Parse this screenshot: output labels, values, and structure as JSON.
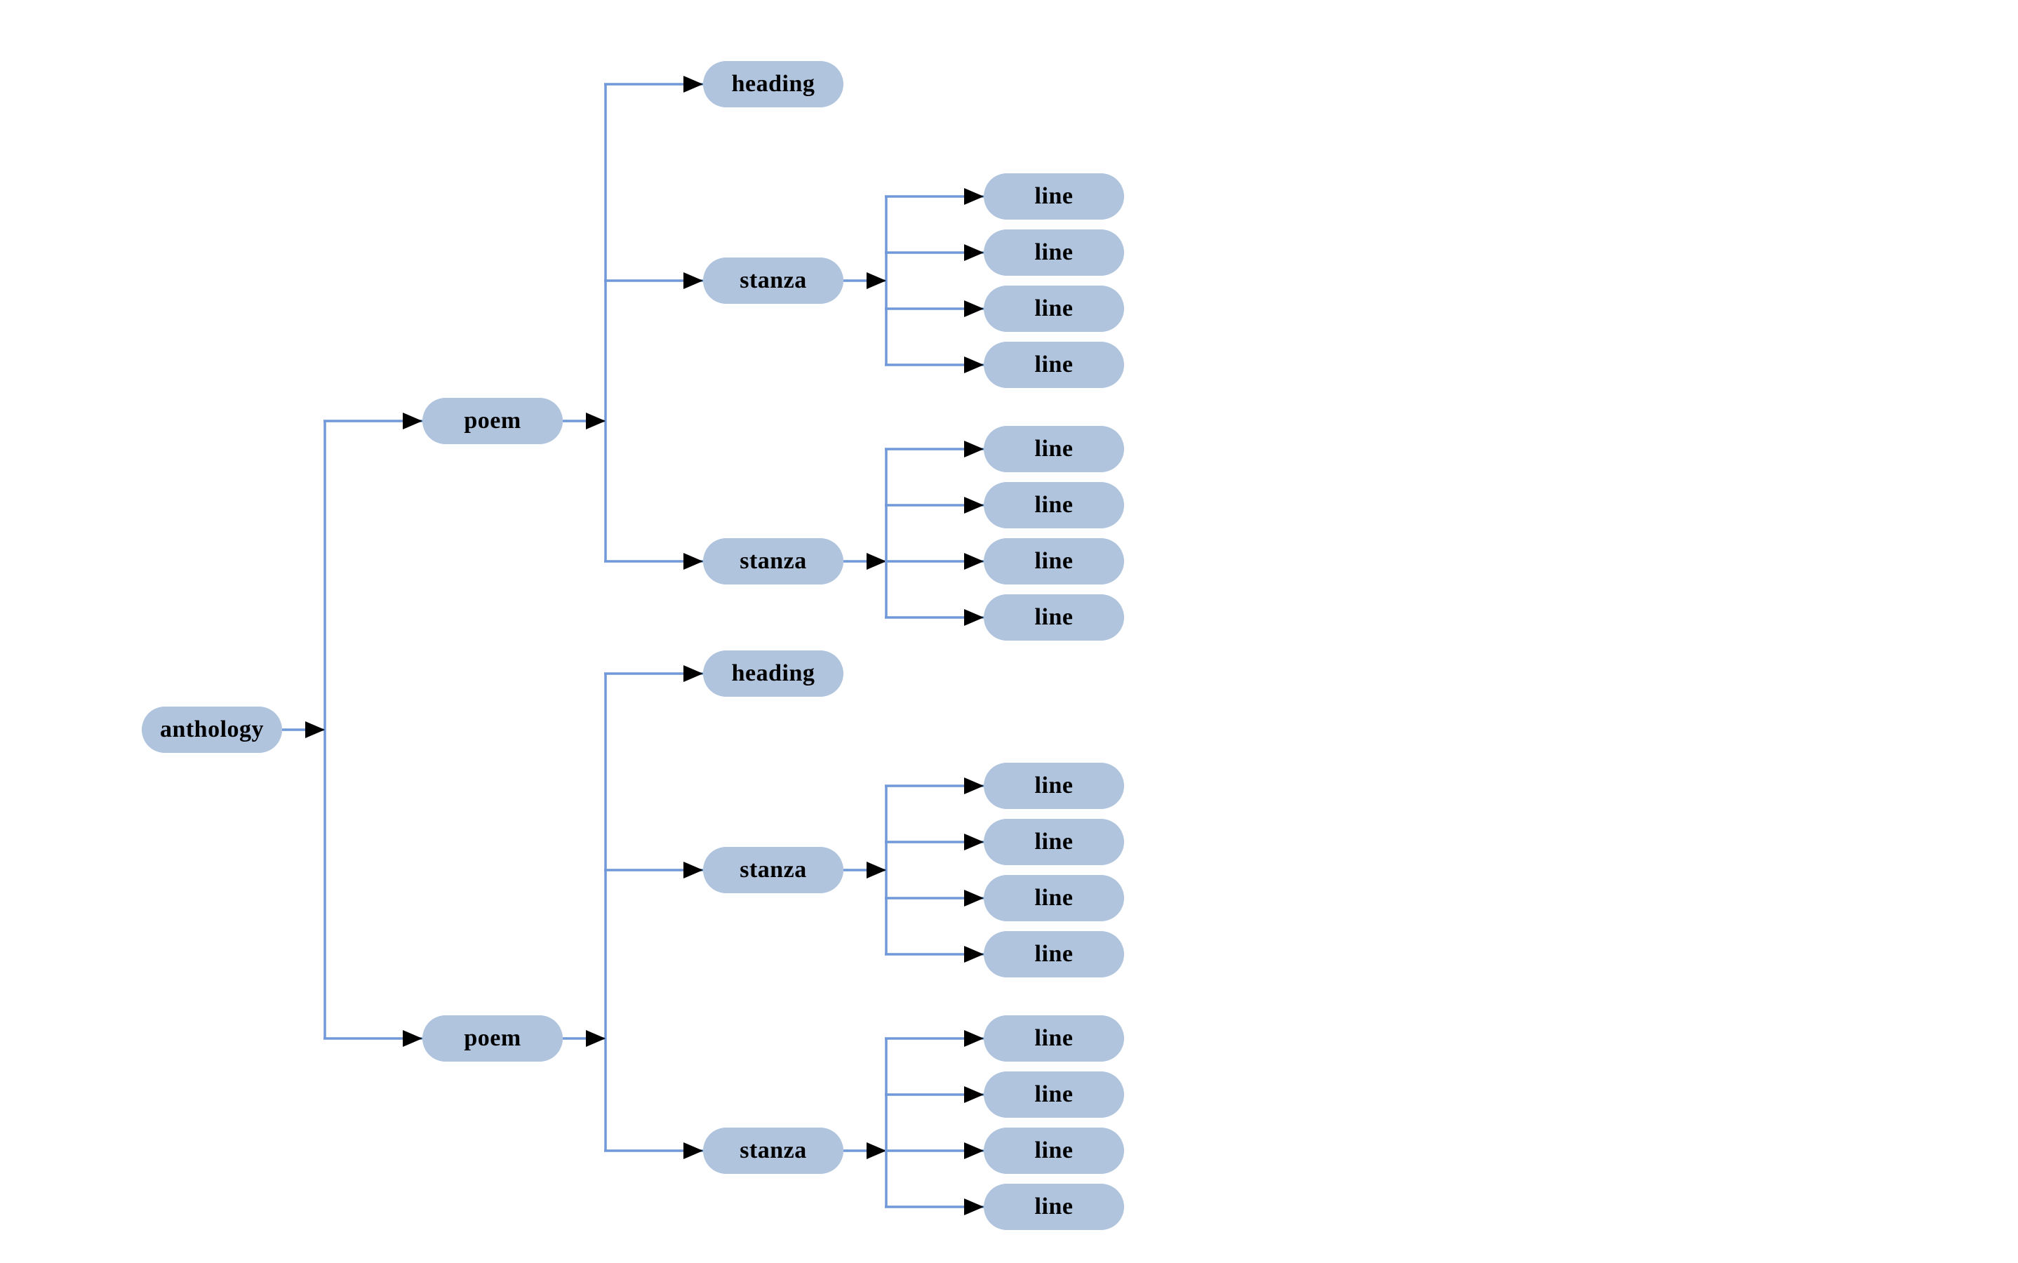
{
  "diagram": {
    "type": "tree",
    "direction": "left-to-right",
    "colors": {
      "background": "#ffffff",
      "node_fill": "#b0c4de",
      "text": "#000000",
      "edge": "#7099d9",
      "arrowhead": "#000000"
    },
    "tree": {
      "label": "anthology",
      "children": [
        {
          "label": "poem",
          "children": [
            {
              "label": "heading",
              "children": []
            },
            {
              "label": "stanza",
              "children": [
                {
                  "label": "line"
                },
                {
                  "label": "line"
                },
                {
                  "label": "line"
                },
                {
                  "label": "line"
                }
              ]
            },
            {
              "label": "stanza",
              "children": [
                {
                  "label": "line"
                },
                {
                  "label": "line"
                },
                {
                  "label": "line"
                },
                {
                  "label": "line"
                }
              ]
            }
          ]
        },
        {
          "label": "poem",
          "children": [
            {
              "label": "heading",
              "children": []
            },
            {
              "label": "stanza",
              "children": [
                {
                  "label": "line"
                },
                {
                  "label": "line"
                },
                {
                  "label": "line"
                },
                {
                  "label": "line"
                }
              ]
            },
            {
              "label": "stanza",
              "children": [
                {
                  "label": "line"
                },
                {
                  "label": "line"
                },
                {
                  "label": "line"
                },
                {
                  "label": "line"
                }
              ]
            }
          ]
        }
      ]
    },
    "nodes": [
      {
        "label": "anthology"
      },
      {
        "label": "poem"
      },
      {
        "label": "heading"
      },
      {
        "label": "stanza"
      },
      {
        "label": "line"
      },
      {
        "label": "line"
      },
      {
        "label": "line"
      },
      {
        "label": "line"
      },
      {
        "label": "stanza"
      },
      {
        "label": "line"
      },
      {
        "label": "line"
      },
      {
        "label": "line"
      },
      {
        "label": "line"
      },
      {
        "label": "poem"
      },
      {
        "label": "heading"
      },
      {
        "label": "stanza"
      },
      {
        "label": "line"
      },
      {
        "label": "line"
      },
      {
        "label": "line"
      },
      {
        "label": "line"
      },
      {
        "label": "stanza"
      },
      {
        "label": "line"
      },
      {
        "label": "line"
      },
      {
        "label": "line"
      },
      {
        "label": "line"
      }
    ]
  }
}
